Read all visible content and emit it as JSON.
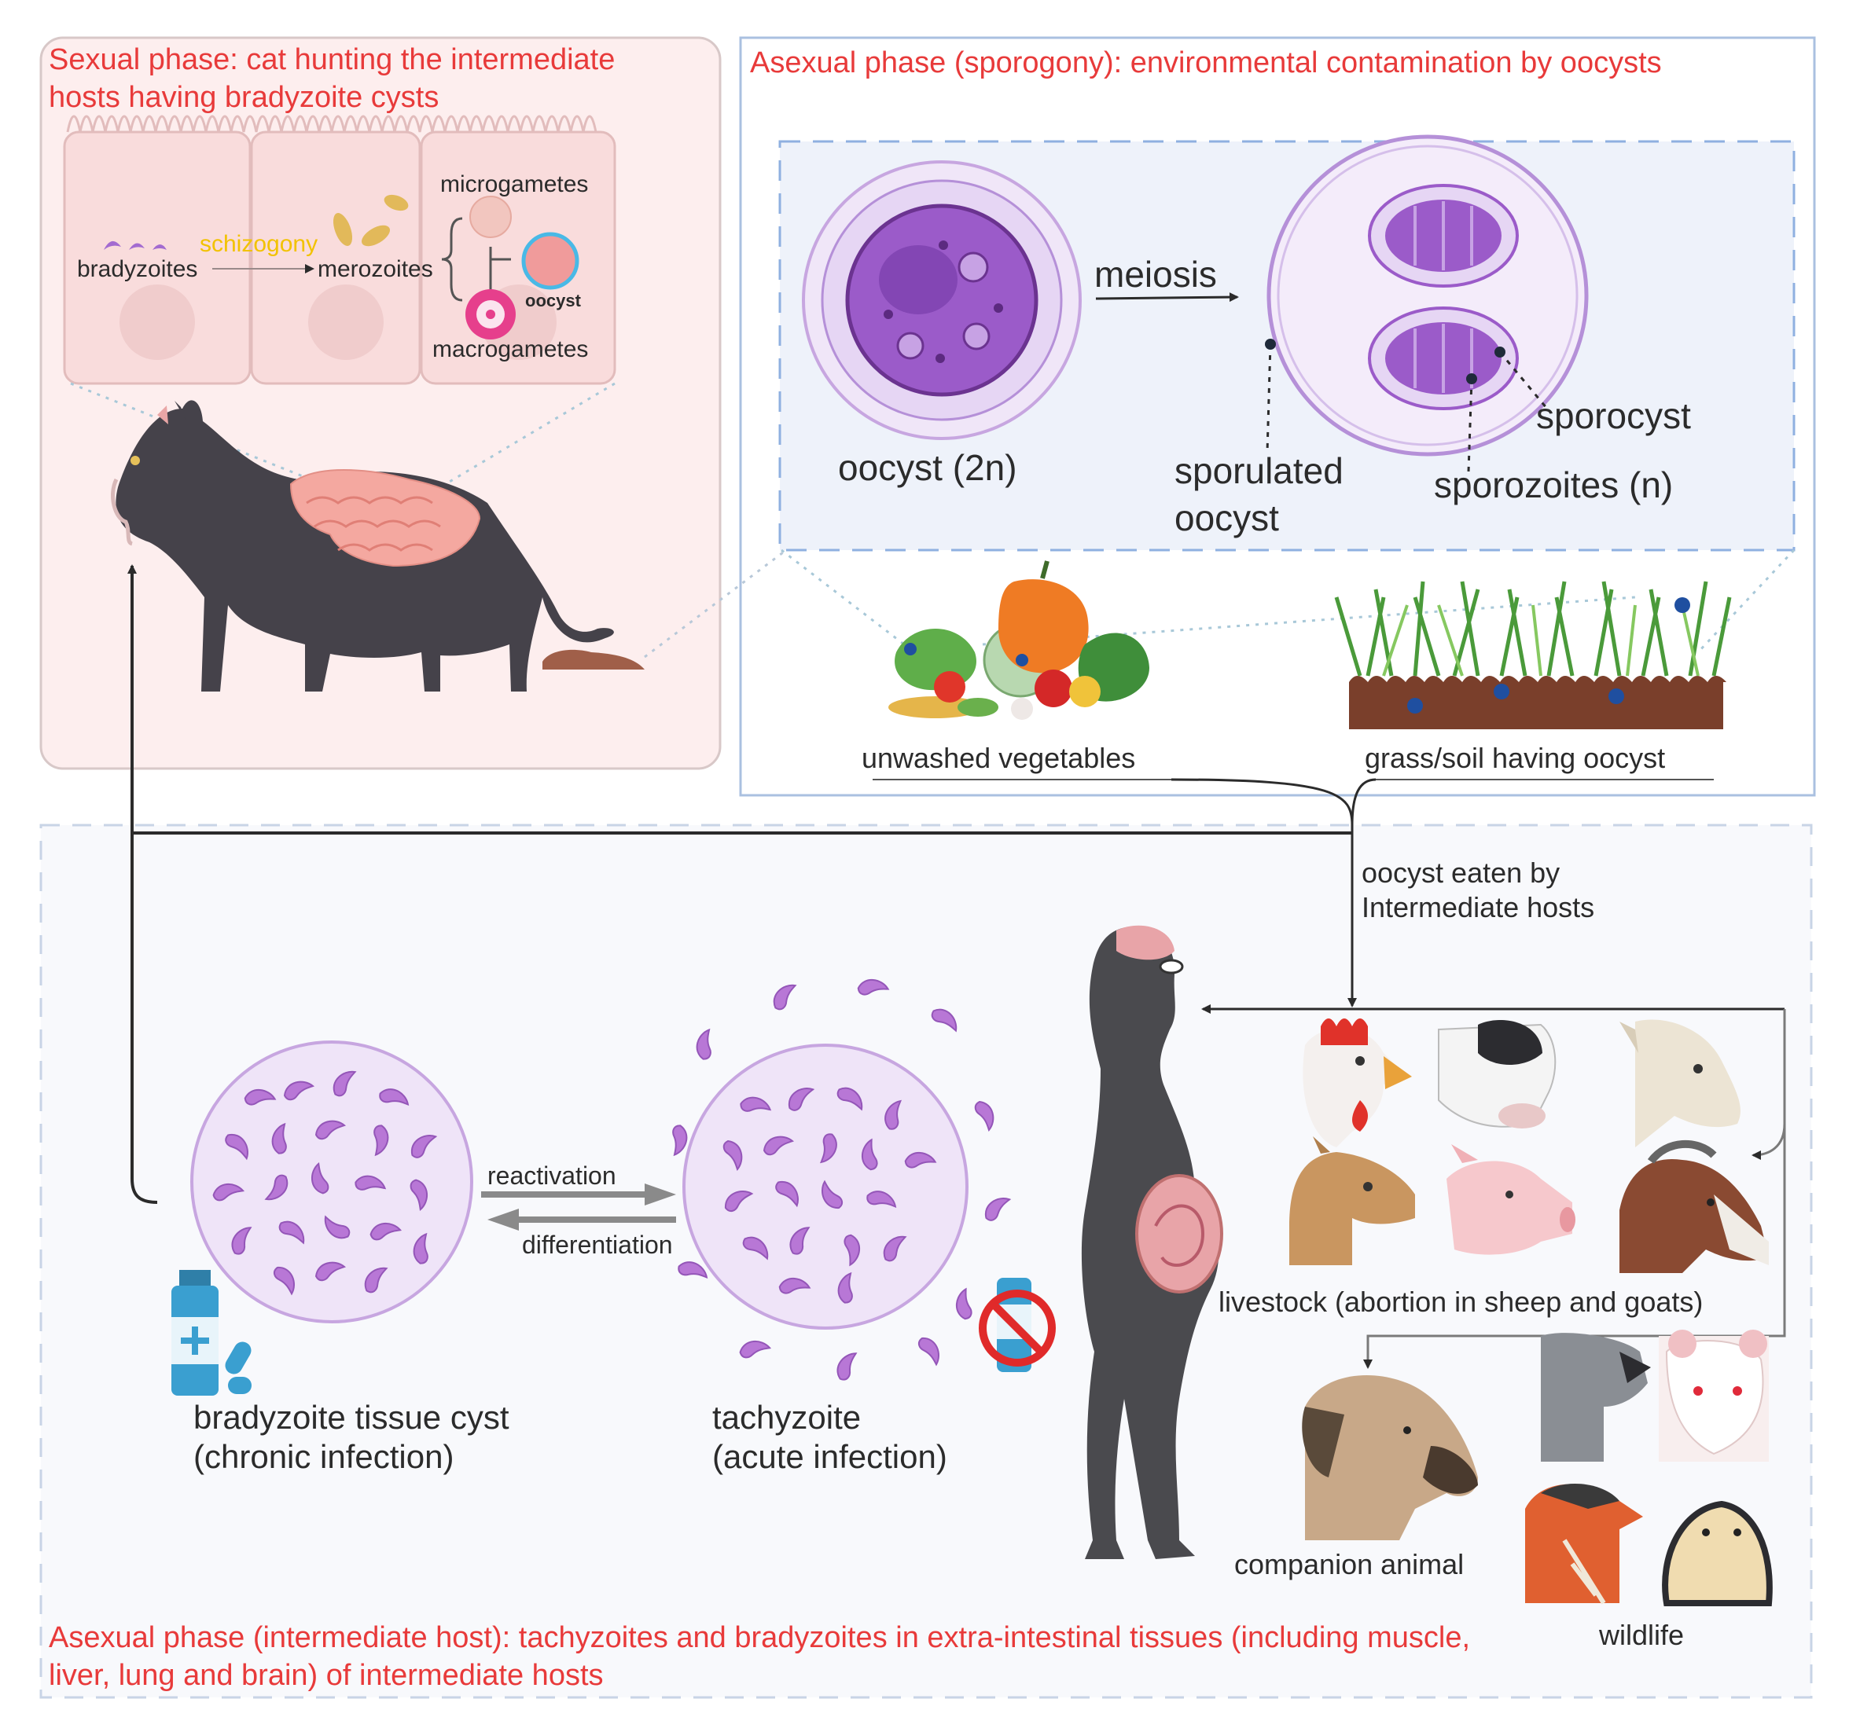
{
  "panels": {
    "sexual_title": "Sexual phase: cat hunting the intermediate hosts having bradyzoite cysts",
    "sporogony_title": "Asexual phase (sporogony): environmental contamination by oocysts",
    "intermediate_title": "Asexual phase (intermediate host): tachyzoites and bradyzoites in extra-intestinal tissues (including muscle, liver, lung and brain) of intermediate hosts"
  },
  "intestine": {
    "bradyzoites": "bradyzoites",
    "schizogony": "schizogony",
    "merozoites": "merozoites",
    "microgametes": "microgametes",
    "oocyst": "oocyst",
    "macrogametes": "macrogametes"
  },
  "sporogony": {
    "oocyst": "oocyst (2n)",
    "meiosis": "meiosis",
    "sporulated_1": "sporulated",
    "sporulated_2": "oocyst",
    "sporocyst": "sporocyst",
    "sporozoites": "sporozoites (n)"
  },
  "environment": {
    "vegetables": "unwashed vegetables",
    "grass": "grass/soil having oocyst",
    "eaten_1": "oocyst eaten by",
    "eaten_2": "Intermediate hosts"
  },
  "cycle": {
    "reactivation": "reactivation",
    "differentiation": "differentiation",
    "cyst_1": "bradyzoite tissue cyst",
    "cyst_2": "(chronic infection)",
    "tachy_1": "tachyzoite",
    "tachy_2": "(acute infection)"
  },
  "hosts": {
    "livestock": "livestock (abortion in sheep and goats)",
    "companion": "companion animal",
    "wildlife": "wildlife"
  },
  "colors": {
    "title_red": "#e83a3a",
    "cyst_purple": "#9b5bc9",
    "panel_pink": "#fdeeee",
    "panel_blue": "#eef2fa"
  }
}
